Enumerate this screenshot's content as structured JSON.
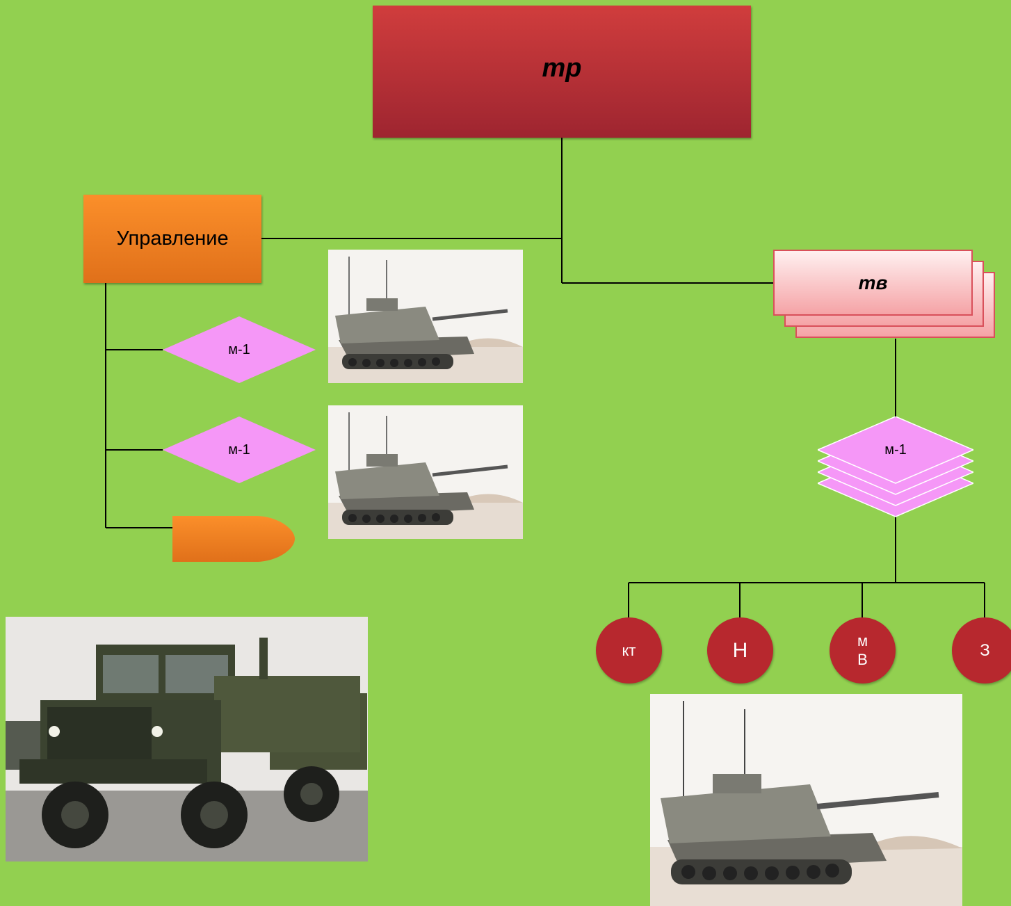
{
  "top_box": {
    "label": "тр"
  },
  "control_box": {
    "label": "Управление"
  },
  "tv_box": {
    "label": "тв"
  },
  "left_diamonds": [
    {
      "label": "м-1"
    },
    {
      "label": "м-1"
    }
  ],
  "right_diamond": {
    "label": "м-1"
  },
  "circles": [
    {
      "label": "кт"
    },
    {
      "label": "Н"
    },
    {
      "label": "м\nВ"
    },
    {
      "label": "З"
    }
  ],
  "colors": {
    "background": "#92d050",
    "top_box": "#b8303a",
    "control_box": "#f48024",
    "tv_box": "#f9c4c6",
    "diamond": "#f597f7",
    "circle": "#b7282e",
    "line": "#000000"
  },
  "images": {
    "tank": "tank-photo",
    "truck": "military-truck-photo"
  }
}
